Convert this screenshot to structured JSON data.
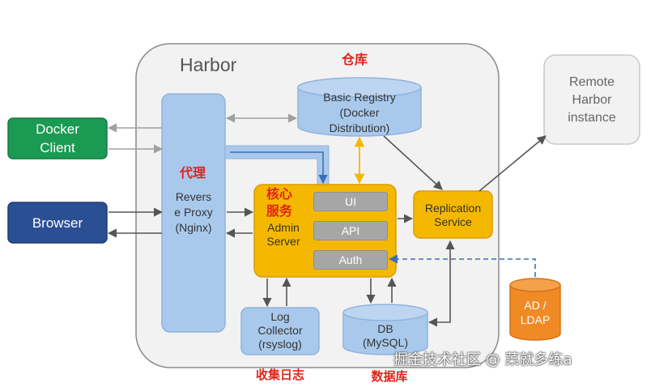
{
  "harbor": {
    "title": "Harbor"
  },
  "labels": {
    "warehouse": "仓库",
    "proxy": "代理",
    "core_service_line1": "核心",
    "core_service_line2": "服务",
    "log_collect": "收集日志",
    "database": "数据库"
  },
  "nodes": {
    "docker_client": [
      "Docker",
      "Client"
    ],
    "browser": "Browser",
    "remote_harbor": [
      "Remote",
      "Harbor",
      "instance"
    ],
    "basic_registry": [
      "Basic Registry",
      "(Docker",
      "Distribution)"
    ],
    "reverse_proxy": [
      "Revers",
      "e Proxy",
      "(Nginx)"
    ],
    "admin_server": [
      "Admin",
      "Server"
    ],
    "ui": "UI",
    "api": "API",
    "auth": "Auth",
    "replication_service": [
      "Replication",
      "Service"
    ],
    "log_collector": [
      "Log",
      "Collector",
      "(rsyslog)"
    ],
    "db": [
      "DB",
      "(MySQL)"
    ],
    "ad_ldap": [
      "AD /",
      "LDAP"
    ]
  },
  "watermark": "掘金技术社区 @ 菜就多练a",
  "colors": {
    "docker_green": "#1a9a52",
    "browser_blue": "#2b4f93",
    "light_blue": "#a9c9ec",
    "admin_yellow": "#f5b800",
    "ldap_orange": "#f08a24",
    "red_label": "#e0231b",
    "gray_chip": "#a6a6a6"
  }
}
